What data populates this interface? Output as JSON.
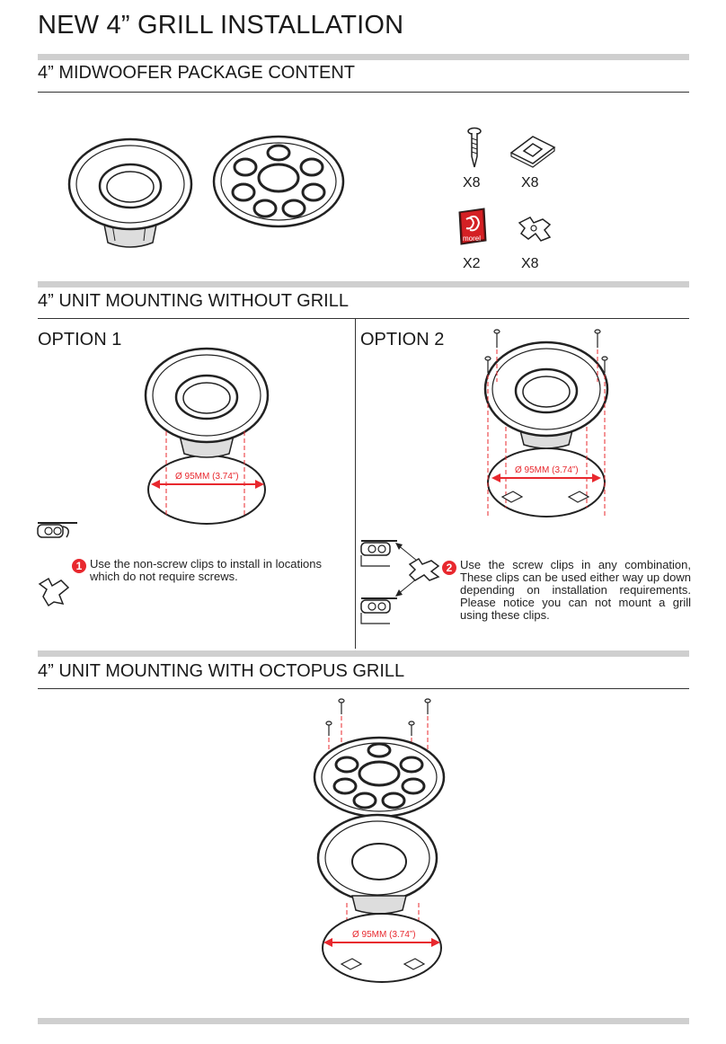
{
  "page_title": "NEW 4” GRILL INSTALLATION",
  "sections": {
    "package": {
      "title": "4” MIDWOOFER PACKAGE CONTENT",
      "items": [
        {
          "icon": "screw-icon",
          "qty": "X8"
        },
        {
          "icon": "clip-plate-icon",
          "qty": "X8"
        },
        {
          "icon": "morel-badge-icon",
          "qty": "X2",
          "badge_text": "morel"
        },
        {
          "icon": "screw-clip-icon",
          "qty": "X8"
        }
      ]
    },
    "without_grill": {
      "title": "4” UNIT MOUNTING WITHOUT GRILL",
      "option1": {
        "label": "OPTION 1",
        "dimension": "Ø 95MM (3.74”)",
        "step": "1",
        "text": "Use the non-screw clips to install in locations which do not require screws."
      },
      "option2": {
        "label": "OPTION 2",
        "dimension": "Ø 95MM (3.74”)",
        "step": "2",
        "text": "Use the screw clips in any combination, These clips can be used either way up down depending on installation requirements. Please notice you can not mount a grill using these clips."
      }
    },
    "with_grill": {
      "title": "4” UNIT MOUNTING WITH OCTOPUS GRILL",
      "dimension": "Ø 95MM (3.74”)"
    }
  },
  "colors": {
    "accent": "#e8282e",
    "rule": "#cfcfcf",
    "line": "#1a1a1a"
  }
}
